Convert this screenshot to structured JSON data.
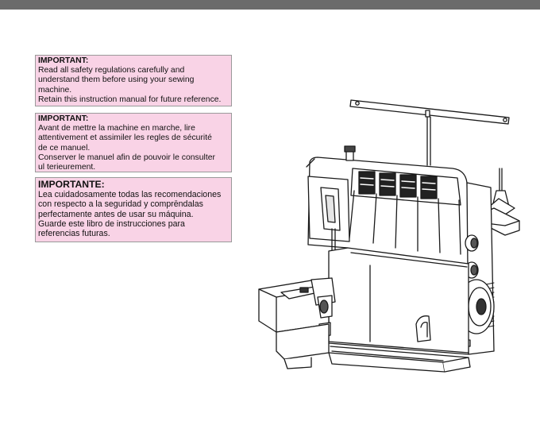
{
  "notices": {
    "english": {
      "heading": "IMPORTANT:",
      "lines": [
        "Read all safety regulations carefully and",
        "understand them before using your sewing",
        "machine.",
        "Retain this instruction manual for future reference."
      ]
    },
    "french": {
      "heading": "IMPORTANT:",
      "lines": [
        "Avant de mettre la machine en marche, lire",
        "attentivement et assimiler les regles de sécurité",
        "de ce manuel.",
        "Conserver le manuel afin de pouvoir le consulter",
        "ul terieurement."
      ]
    },
    "spanish": {
      "heading": "IMPORTANTE:",
      "lines": [
        "Lea cuidadosamente todas las recomendaciones",
        "con respecto a la seguridad y comprēndalas",
        "perfectamente antes de usar su máquina.",
        "Guarde este libro de instrucciones para",
        "referencias futuras."
      ]
    }
  },
  "colors": {
    "notice_background": "#f9d3e6",
    "notice_border": "#9a9a9a",
    "top_bar": "#6b6b6b"
  },
  "illustration": {
    "icon": "serger-machine-icon"
  }
}
